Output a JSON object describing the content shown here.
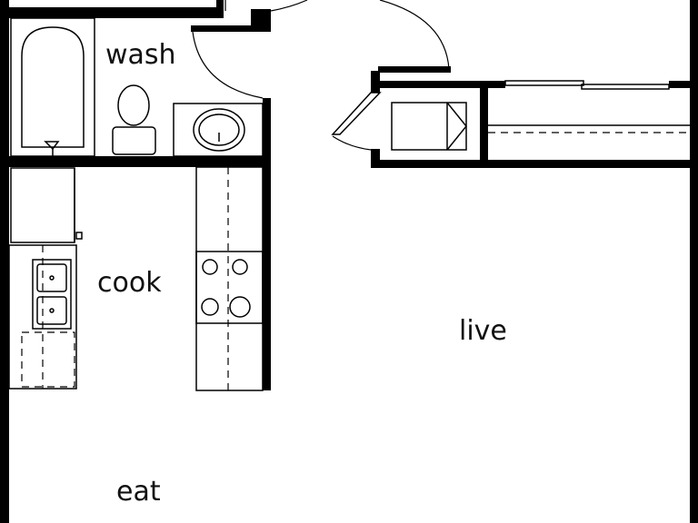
{
  "rooms": {
    "wash": "wash",
    "cook": "cook",
    "live": "live",
    "eat": "eat"
  },
  "colors": {
    "wall": "#000000",
    "background": "#ffffff"
  }
}
